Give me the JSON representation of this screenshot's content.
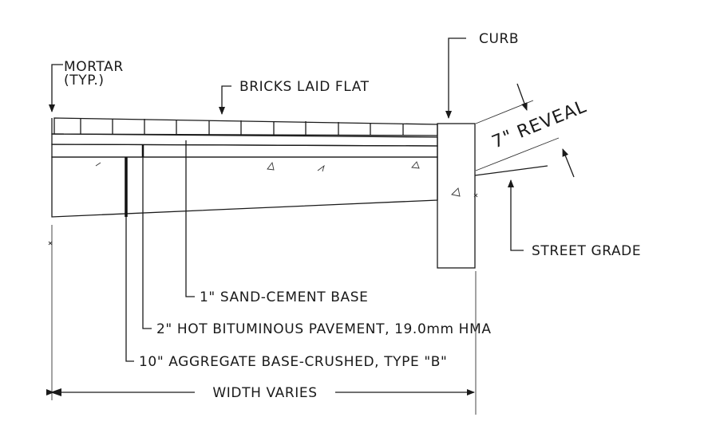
{
  "labels": {
    "curb": "CURB",
    "mortar_line1": "MORTAR",
    "mortar_line2": "(TYP.)",
    "bricks": "BRICKS LAID FLAT",
    "reveal": "7\" REVEAL",
    "street_grade": "STREET GRADE",
    "sand_cement": "1\" SAND-CEMENT BASE",
    "hot_bituminous": "2\" HOT BITUMINOUS PAVEMENT, 19.0mm HMA",
    "aggregate": "10\" AGGREGATE BASE-CRUSHED, TYPE \"B\"",
    "width": "WIDTH VARIES"
  },
  "colors": {
    "ink": "#1a1a1a",
    "hatch": "#8a8a8a"
  }
}
